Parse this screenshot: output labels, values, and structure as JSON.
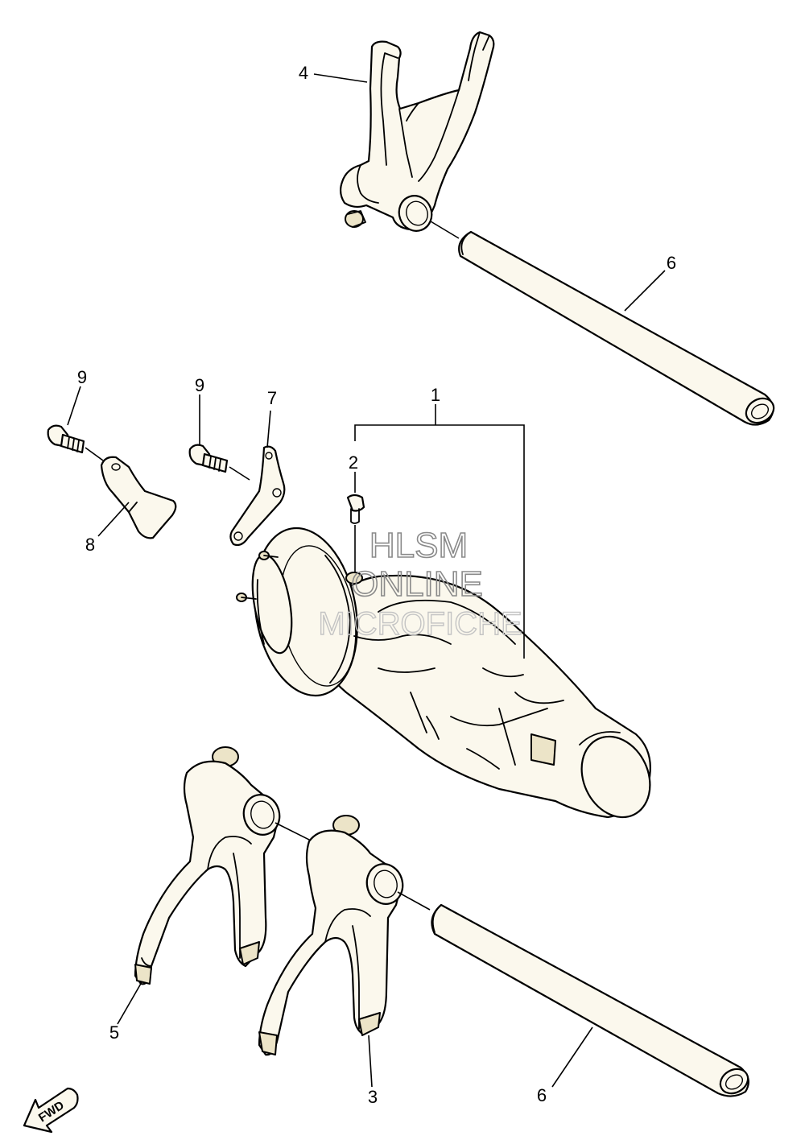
{
  "callouts": {
    "c1": "1",
    "c2": "2",
    "c3": "3",
    "c4": "4",
    "c5": "5",
    "c6a": "6",
    "c6b": "6",
    "c7": "7",
    "c8": "8",
    "c9a": "9",
    "c9b": "9"
  },
  "watermark": {
    "line1": "HLSM",
    "line2": "ONLINE",
    "line3": "MICROFICHE"
  },
  "fwd_label": "FWD",
  "colors": {
    "part_fill": "#fbf8ed",
    "outline": "#000000",
    "watermark": "#8a8a8a"
  }
}
